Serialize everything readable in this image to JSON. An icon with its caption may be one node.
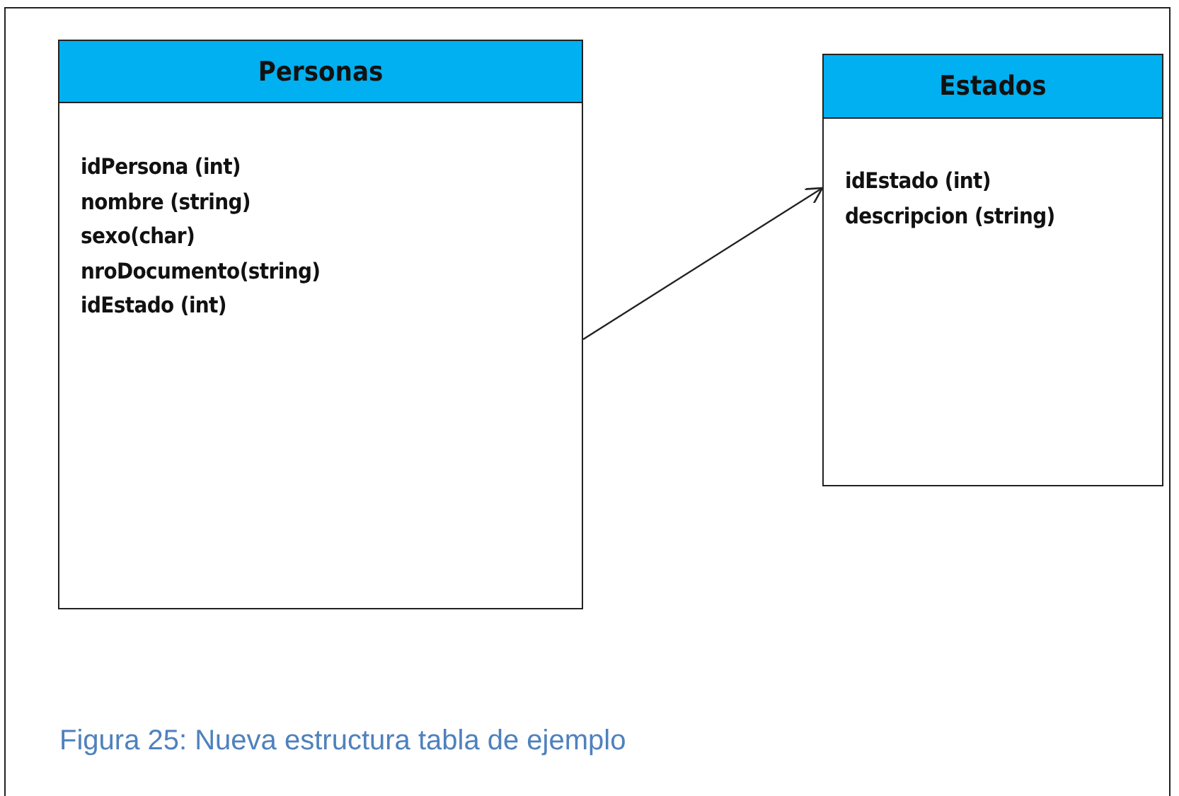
{
  "diagram": {
    "caption": "Figura 25: Nueva estructura tabla de ejemplo",
    "nodes": [
      {
        "text": [
          "Personas",
          "idPersona (int)",
          "nombre (string)",
          "sexo(char)",
          "nroDocumento(string)",
          "idEstado (int)"
        ]
      },
      {
        "text": [
          "Estados",
          "idEstado (int)",
          "descripcion (string)"
        ]
      }
    ],
    "edges": [
      {
        "from": 0,
        "to": 1,
        "arrow": "to"
      }
    ]
  }
}
